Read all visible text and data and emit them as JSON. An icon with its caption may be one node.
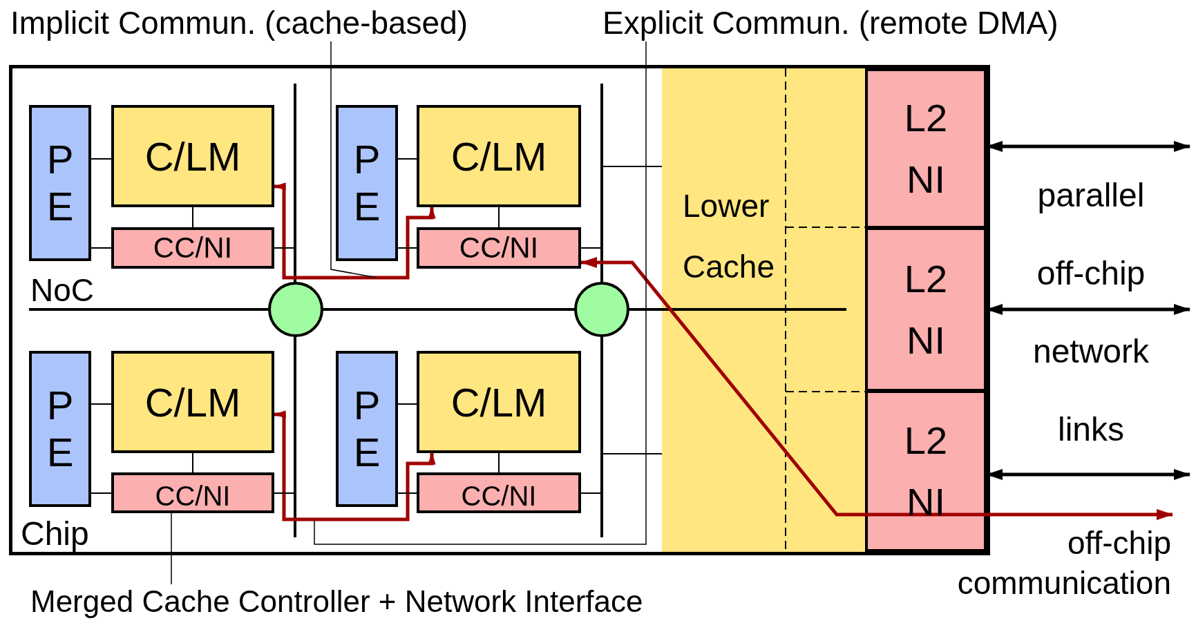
{
  "diagram": {
    "nodes": [
      {
        "text": [
          "Implicit Commun. (cache-based)"
        ]
      },
      {
        "text": [
          "Explicit Commun. (remote DMA)"
        ]
      },
      {
        "text": [
          "Chip"
        ]
      },
      {
        "text": [
          "P E"
        ],
        "in": 2
      },
      {
        "text": [
          "C/LM"
        ],
        "in": 2
      },
      {
        "text": [
          "CC/NI"
        ],
        "in": 2
      },
      {
        "text": [
          "P E"
        ],
        "in": 2
      },
      {
        "text": [
          "C/LM"
        ],
        "in": 2
      },
      {
        "text": [
          "CC/NI"
        ],
        "in": 2
      },
      {
        "text": [],
        "shape": "circle",
        "in": 2
      },
      {
        "text": [],
        "shape": "circle",
        "in": 2
      },
      {
        "text": [
          "P E"
        ],
        "in": 2
      },
      {
        "text": [
          "C/LM"
        ],
        "in": 2
      },
      {
        "text": [
          "CC/NI"
        ],
        "in": 2
      },
      {
        "text": [
          "P E"
        ],
        "in": 2
      },
      {
        "text": [
          "C/LM"
        ],
        "in": 2
      },
      {
        "text": [
          "CC/NI"
        ],
        "in": 2
      },
      {
        "text": [
          "Lower Cache"
        ],
        "in": 2
      },
      {
        "text": [
          "L2 NI"
        ],
        "in": 2
      },
      {
        "text": [
          "L2 NI"
        ],
        "in": 2
      },
      {
        "text": [
          "L2 NI"
        ],
        "in": 2
      },
      {
        "text": [
          "Merged Cache Controller + Network Interface"
        ]
      },
      {
        "text": [],
        "shape": "bar",
        "in": 2
      },
      {
        "text": [],
        "shape": "bar",
        "in": 2
      },
      {
        "text": [],
        "shape": "bar",
        "in": 2
      }
    ],
    "edges": [
      {
        "from": 4,
        "to": 7,
        "arrow": "both",
        "style": "thick",
        "color": "#a00000"
      },
      {
        "from": 12,
        "to": 15,
        "arrow": "both",
        "style": "thick",
        "color": "#a00000"
      },
      {
        "from": 8,
        "to": null,
        "arrow": "both",
        "label": "off-chip communication",
        "style": "thick",
        "color": "#a00000"
      },
      {
        "from": 0,
        "to": null,
        "arrow": "none"
      },
      {
        "from": 1,
        "to": null,
        "arrow": "none"
      },
      {
        "from": 21,
        "to": 13,
        "arrow": "none"
      },
      {
        "from": 3,
        "to": 4,
        "arrow": "none"
      },
      {
        "from": 3,
        "to": 5,
        "arrow": "none"
      },
      {
        "from": 4,
        "to": 5,
        "arrow": "none"
      },
      {
        "from": 6,
        "to": 7,
        "arrow": "none"
      },
      {
        "from": 6,
        "to": 8,
        "arrow": "none"
      },
      {
        "from": 7,
        "to": 8,
        "arrow": "none"
      },
      {
        "from": 11,
        "to": 12,
        "arrow": "none"
      },
      {
        "from": 11,
        "to": 13,
        "arrow": "none"
      },
      {
        "from": 12,
        "to": 13,
        "arrow": "none"
      },
      {
        "from": 14,
        "to": 15,
        "arrow": "none"
      },
      {
        "from": 14,
        "to": 16,
        "arrow": "none"
      },
      {
        "from": 15,
        "to": 16,
        "arrow": "none"
      },
      {
        "from": 18,
        "to": null,
        "arrow": "both",
        "style": "thick"
      },
      {
        "from": 19,
        "to": null,
        "arrow": "both",
        "style": "thick"
      },
      {
        "from": 20,
        "to": null,
        "arrow": "both",
        "style": "thick"
      },
      {
        "from": 5,
        "to": 22,
        "arrow": "none"
      },
      {
        "from": 13,
        "to": 22,
        "arrow": "none"
      },
      {
        "from": 8,
        "to": 23,
        "arrow": "none"
      },
      {
        "from": 16,
        "to": 23,
        "arrow": "none"
      },
      {
        "from": 23,
        "to": 17,
        "arrow": "none"
      },
      {
        "from": 23,
        "to": 17,
        "arrow": "none"
      }
    ],
    "labels": [
      "NoC",
      "parallel off-chip network links"
    ]
  }
}
